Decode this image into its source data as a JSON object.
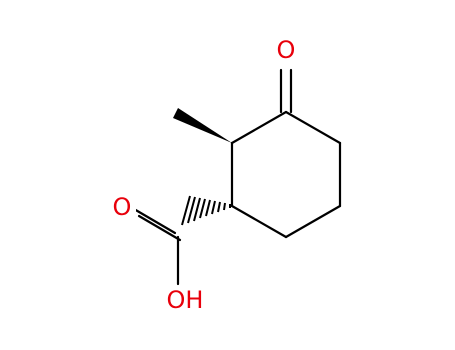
{
  "molecule": {
    "atoms": {
      "ketone_oxygen": {
        "label": "O",
        "color": "#e8000b"
      },
      "carbonyl_oxygen": {
        "label": "O",
        "color": "#e8000b"
      },
      "hydroxyl": {
        "label": "OH",
        "color": "#e8000b"
      }
    },
    "bond_color": "#000000"
  }
}
